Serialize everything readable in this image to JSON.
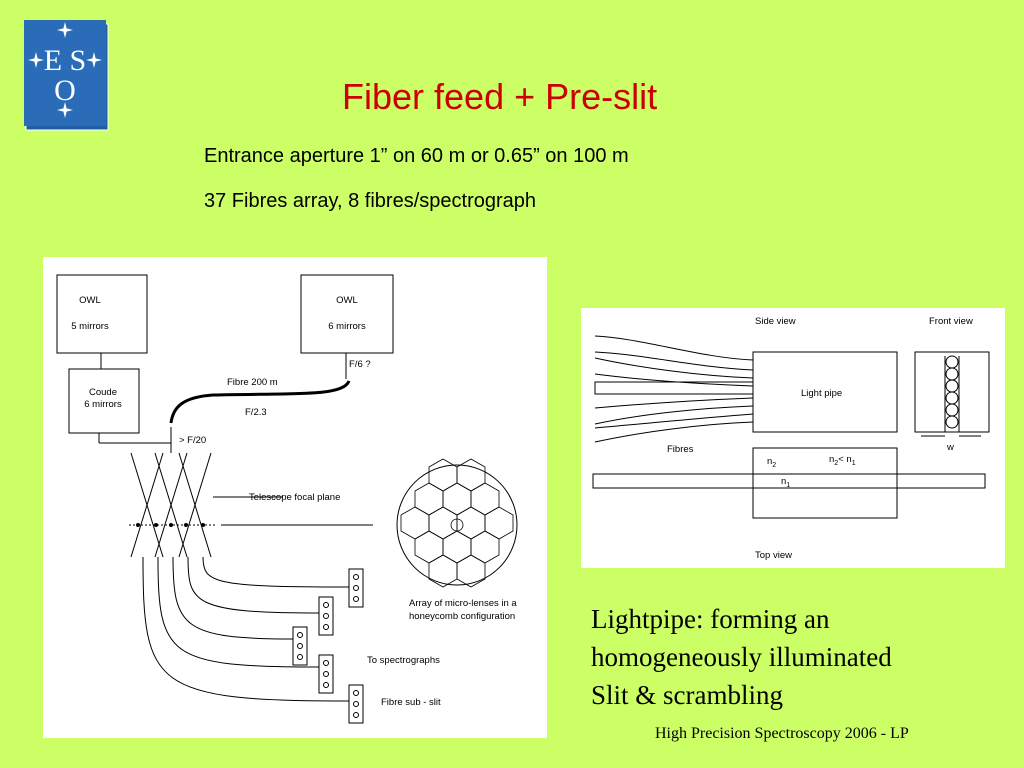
{
  "header": {
    "logo_label": "ESO",
    "title": "Fiber feed + Pre-slit",
    "subtitle_line1": "Entrance aperture 1” on 60 m or 0.65” on 100 m",
    "subtitle_line2": "37 Fibres array, 8 fibres/spectrograph"
  },
  "left_diagram": {
    "owl1_title": "OWL",
    "owl1_sub": "5 mirrors",
    "owl2_title": "OWL",
    "owl2_sub": "6 mirrors",
    "coude_title": "Coude",
    "coude_sub": "6 mirrors",
    "f6": "F/6 ?",
    "fibre_label": "Fibre  200 m",
    "f23": "F/2.3",
    "f20": "> F/20",
    "focal_plane": "Telescope focal plane",
    "microlens_line1": "Array of micro-lenses in a",
    "microlens_line2": "honeycomb configuration",
    "to_spectrographs": "To spectrographs",
    "sub_slit": "Fibre sub - slit"
  },
  "right_diagram": {
    "side_view": "Side view",
    "front_view": "Front view",
    "light_pipe": "Light pipe",
    "fibres": "Fibres",
    "w": "w",
    "n2": "n",
    "n2_sub": "2",
    "n2_lt": "n",
    "n2_lt_sub": "2",
    "lt": "< n",
    "n1_sub": "1",
    "n1": "n",
    "n1b_sub": "1",
    "top_view": "Top view"
  },
  "caption": {
    "line1": "Lightpipe: forming an",
    "line2": "homogeneously illuminated",
    "line3": "Slit & scrambling"
  },
  "footer": "High Precision Spectroscopy 2006 - LP",
  "colors": {
    "background": "#ccff66",
    "title": "#cc0000",
    "logo": "#1f5fa8"
  }
}
